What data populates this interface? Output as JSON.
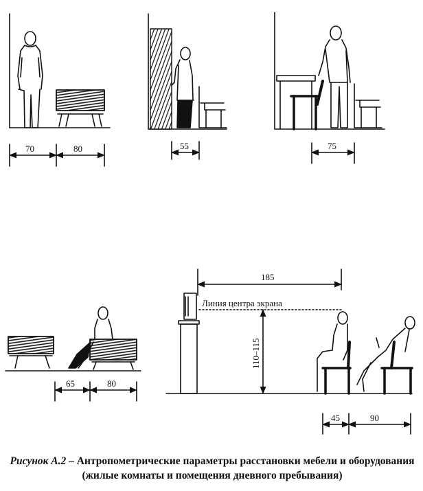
{
  "dimensions": {
    "d70": "70",
    "d80a": "80",
    "d55": "55",
    "d75": "75",
    "d65": "65",
    "d80b": "80",
    "d185": "185",
    "d110_115": "110–115",
    "d45": "45",
    "d90": "90"
  },
  "labels": {
    "screen_center_line": "Линия центра экрана"
  },
  "caption": {
    "figure_label": "Рисунок А.2",
    "dash": " – ",
    "text": "Антропометрические параметры расстановки мебели и оборудования (жилые комнаты и помещения дневного пребывания)"
  }
}
